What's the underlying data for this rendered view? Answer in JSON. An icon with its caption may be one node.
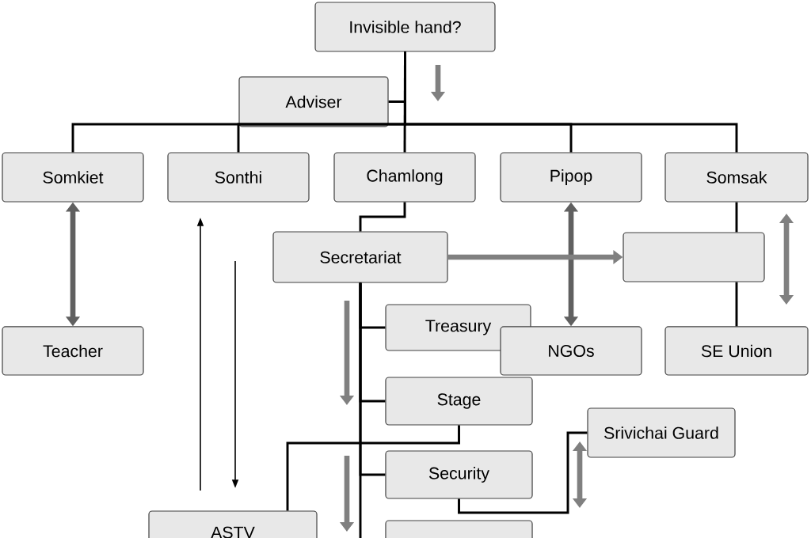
{
  "diagram": {
    "nodes": [
      {
        "text": [
          "Invisible hand?"
        ]
      },
      {
        "text": [
          "Adviser"
        ]
      },
      {
        "text": [
          "Somkiet"
        ]
      },
      {
        "text": [
          "Sonthi"
        ]
      },
      {
        "text": [
          "Chamlong"
        ]
      },
      {
        "text": [
          "Pipop"
        ]
      },
      {
        "text": [
          "Somsak"
        ]
      },
      {
        "text": [
          "Secretariat"
        ]
      },
      {
        "text": [],
        "shape": "box"
      },
      {
        "text": [
          "Teacher"
        ]
      },
      {
        "text": [
          "Treasury"
        ]
      },
      {
        "text": [
          "NGOs"
        ]
      },
      {
        "text": [
          "SE Union"
        ]
      },
      {
        "text": [
          "Stage"
        ]
      },
      {
        "text": [
          "Srivichai Guard"
        ]
      },
      {
        "text": [
          "Security"
        ]
      },
      {
        "text": [
          "ASTV"
        ]
      },
      {
        "text": [],
        "shape": "box"
      }
    ],
    "edges": [
      {
        "from": 0,
        "to": 1,
        "arrow": "none"
      },
      {
        "from": 0,
        "to": 2,
        "arrow": "none"
      },
      {
        "from": 0,
        "to": 3,
        "arrow": "none"
      },
      {
        "from": 0,
        "to": 4,
        "arrow": "none"
      },
      {
        "from": 0,
        "to": 5,
        "arrow": "none"
      },
      {
        "from": 0,
        "to": 6,
        "arrow": "none"
      },
      {
        "from": 4,
        "to": 7,
        "arrow": "none"
      },
      {
        "from": 2,
        "to": 9,
        "arrow": "both",
        "style": "thick",
        "color": "#606060"
      },
      {
        "from": 5,
        "to": 11,
        "arrow": "both",
        "style": "thick",
        "color": "#606060"
      },
      {
        "from": 6,
        "to": 8,
        "arrow": "none"
      },
      {
        "from": 8,
        "to": 12,
        "arrow": "none"
      },
      {
        "from": 7,
        "to": 8,
        "arrow": "to",
        "style": "thick",
        "color": "#808080"
      },
      {
        "from": 7,
        "to": 10,
        "arrow": "none"
      },
      {
        "from": 7,
        "to": 13,
        "arrow": "none"
      },
      {
        "from": 7,
        "to": 15,
        "arrow": "none"
      },
      {
        "from": 7,
        "to": 17,
        "arrow": "none"
      },
      {
        "from": 13,
        "to": 16,
        "arrow": "none"
      },
      {
        "from": 15,
        "to": 14,
        "arrow": "none"
      }
    ]
  }
}
